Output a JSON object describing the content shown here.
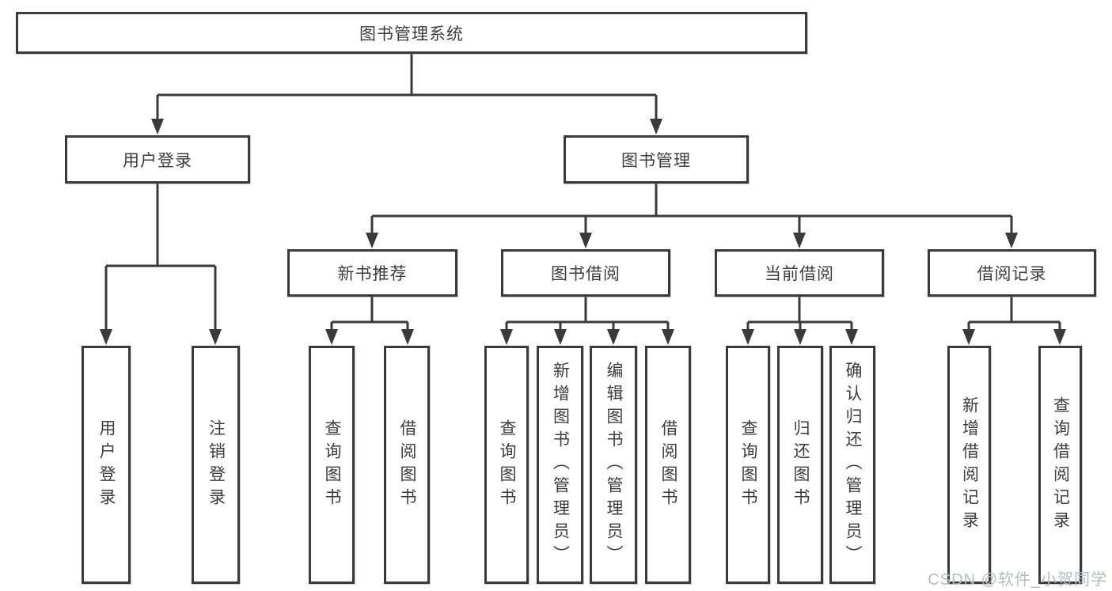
{
  "colors": {
    "line": "#3a3a3a",
    "box_border": "#3a3a3a",
    "text": "#3d3d3d",
    "watermark": "#b7bbc1",
    "background": "#ffffff"
  },
  "watermark": {
    "text": "CSDN @软件_小贺同学"
  },
  "tree": {
    "root": {
      "label": "图书管理系统"
    },
    "branches": [
      {
        "label": "用户登录",
        "children": [
          {
            "label": "用户登录"
          },
          {
            "label": "注销登录"
          }
        ]
      },
      {
        "label": "图书管理",
        "children": [
          {
            "label": "新书推荐",
            "children": [
              {
                "label": "查询图书"
              },
              {
                "label": "借阅图书"
              }
            ]
          },
          {
            "label": "图书借阅",
            "children": [
              {
                "label": "查询图书"
              },
              {
                "label": "新增图书（管理员）"
              },
              {
                "label": "编辑图书（管理员）"
              },
              {
                "label": "借阅图书"
              }
            ]
          },
          {
            "label": "当前借阅",
            "children": [
              {
                "label": "查询图书"
              },
              {
                "label": "归还图书"
              },
              {
                "label": "确认归还（管理员）"
              }
            ]
          },
          {
            "label": "借阅记录",
            "children": [
              {
                "label": "新增借阅记录"
              },
              {
                "label": "查询借阅记录"
              }
            ]
          }
        ]
      }
    ]
  }
}
